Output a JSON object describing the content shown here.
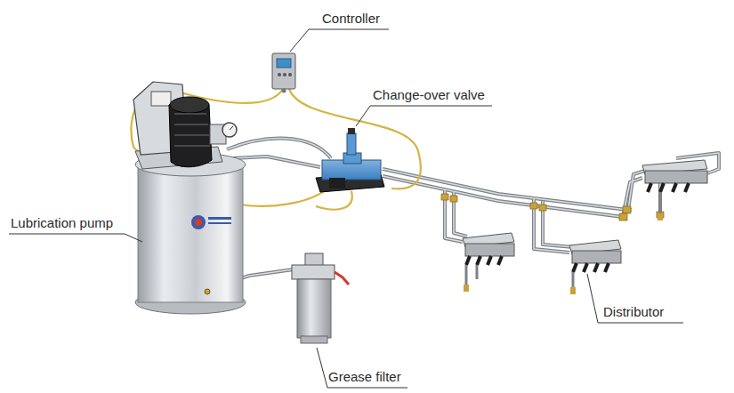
{
  "diagram": {
    "labels": [
      "Controller",
      "Change-over valve",
      "Lubrication pump",
      "Distributor",
      "Grease filter"
    ]
  }
}
